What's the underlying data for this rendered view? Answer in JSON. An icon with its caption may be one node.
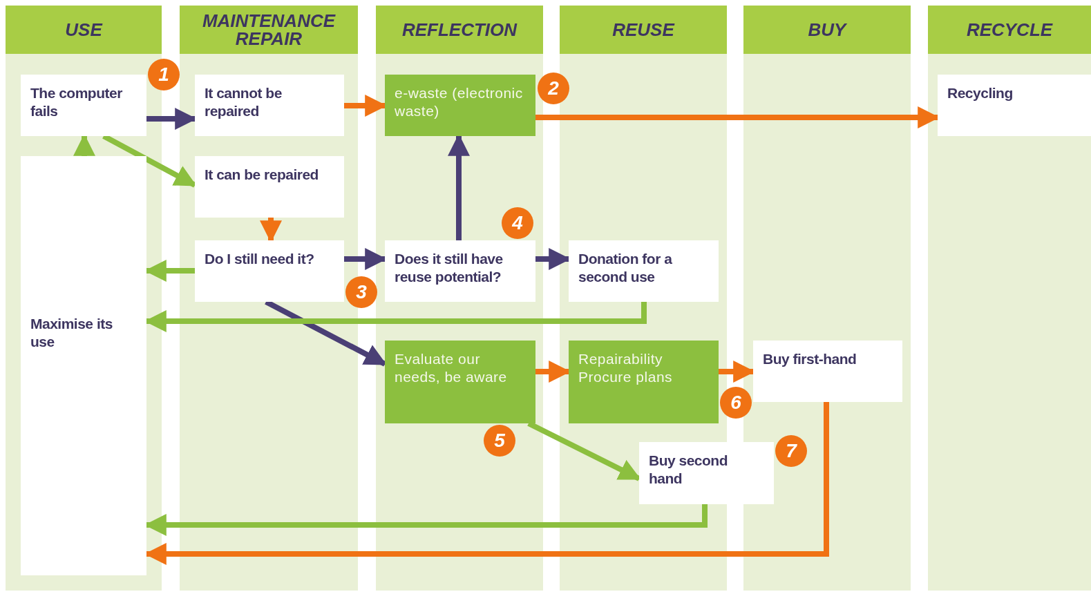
{
  "diagram": {
    "nodes": [
      {
        "text": [
          "USE"
        ]
      },
      {
        "text": [
          "MAINTENANCE REPAIR"
        ]
      },
      {
        "text": [
          "REFLECTION"
        ]
      },
      {
        "text": [
          "REUSE"
        ]
      },
      {
        "text": [
          "BUY"
        ]
      },
      {
        "text": [
          "RECYCLE"
        ]
      },
      {
        "text": [
          "The computer fails"
        ],
        "in": 0,
        "beside": [
          "1"
        ]
      },
      {
        "text": [
          "Maximise its use"
        ],
        "in": 0
      },
      {
        "text": [
          "It cannot be repaired"
        ],
        "in": 1
      },
      {
        "text": [
          "It can be repaired"
        ],
        "in": 1
      },
      {
        "text": [
          "Do I still need it?"
        ],
        "in": 1,
        "beside": [
          "3"
        ]
      },
      {
        "text": [
          "e-waste (electronic waste)"
        ],
        "in": 2,
        "beside": [
          "2"
        ]
      },
      {
        "text": [
          "Does it still have reuse potential?"
        ],
        "in": 2,
        "beside": [
          "4"
        ]
      },
      {
        "text": [
          "Evaluate our needs, be aware"
        ],
        "in": 2,
        "beside": [
          "5"
        ]
      },
      {
        "text": [
          "Donation for a second use"
        ],
        "in": 3
      },
      {
        "text": [
          "Repairability Procure plans"
        ],
        "in": 3,
        "beside": [
          "6"
        ]
      },
      {
        "text": [
          "Buy second hand"
        ],
        "beside": [
          "7"
        ]
      },
      {
        "text": [
          "Buy first-hand"
        ],
        "in": 4
      },
      {
        "text": [
          "Recycling"
        ],
        "in": 5
      }
    ],
    "edges": [
      {
        "from": 6,
        "to": 8,
        "arrow": "to",
        "color": "#4a3f75"
      },
      {
        "from": 6,
        "to": 9,
        "arrow": "to",
        "color": "#8cbf3f"
      },
      {
        "from": 7,
        "to": 6,
        "arrow": "to",
        "color": "#8cbf3f"
      },
      {
        "from": 8,
        "to": 11,
        "arrow": "to",
        "color": "#f07214"
      },
      {
        "from": 11,
        "to": 18,
        "arrow": "to",
        "color": "#f07214"
      },
      {
        "from": 9,
        "to": 10,
        "arrow": "to",
        "color": "#f07214"
      },
      {
        "from": 10,
        "to": 7,
        "arrow": "to",
        "color": "#8cbf3f"
      },
      {
        "from": 10,
        "to": 12,
        "arrow": "to",
        "color": "#4a3f75"
      },
      {
        "from": 10,
        "to": 13,
        "arrow": "to",
        "color": "#4a3f75"
      },
      {
        "from": 12,
        "to": 11,
        "arrow": "to",
        "color": "#4a3f75"
      },
      {
        "from": 12,
        "to": 14,
        "arrow": "to",
        "color": "#4a3f75"
      },
      {
        "from": 14,
        "to": 7,
        "arrow": "to",
        "color": "#8cbf3f"
      },
      {
        "from": 13,
        "to": 15,
        "arrow": "to",
        "color": "#f07214"
      },
      {
        "from": 13,
        "to": 16,
        "arrow": "to",
        "color": "#8cbf3f"
      },
      {
        "from": 15,
        "to": 17,
        "arrow": "to",
        "color": "#f07214"
      },
      {
        "from": 16,
        "to": 7,
        "arrow": "to",
        "color": "#8cbf3f"
      },
      {
        "from": 17,
        "to": 7,
        "arrow": "to",
        "color": "#f07214"
      }
    ]
  }
}
